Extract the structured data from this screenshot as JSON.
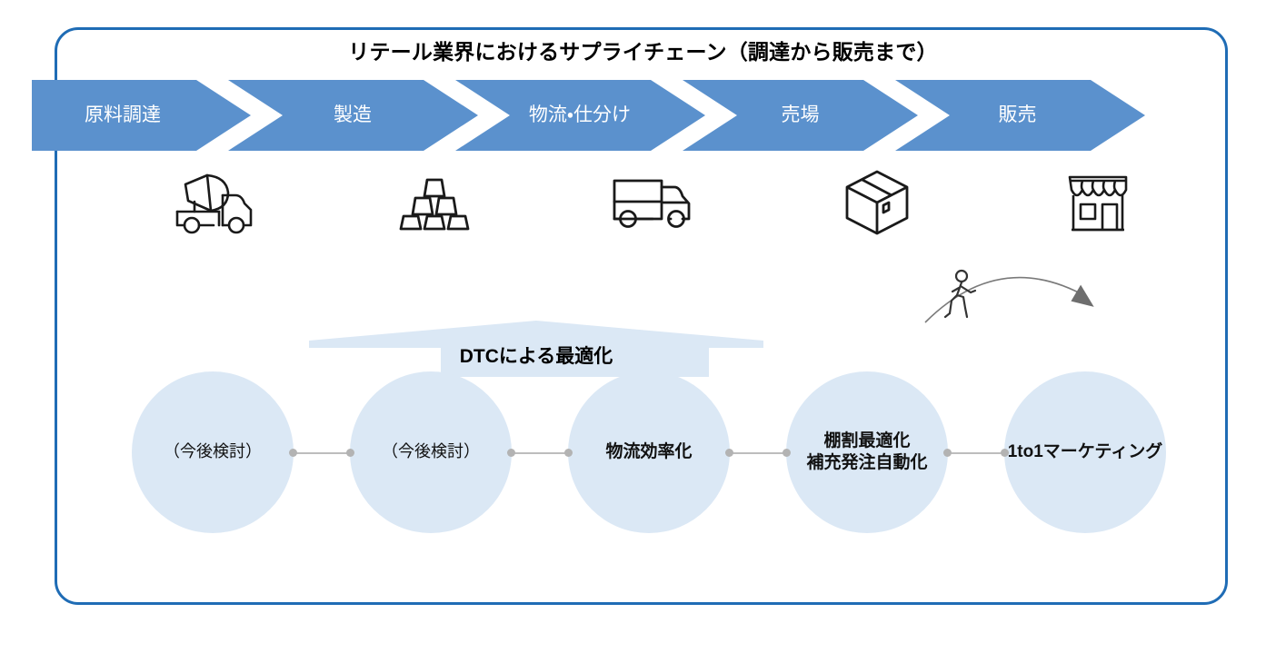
{
  "frame": {
    "border_color": "#1f6cb5"
  },
  "title": "リテール業界におけるサプライチェーン（調達から販売まで）",
  "palette": {
    "chevron_blue": "#5b91cd",
    "circle_blue": "#dbe8f5",
    "banner_blue": "#dbe8f5",
    "connector_gray": "#b3b3b3",
    "icon_stroke": "#1a1a1a"
  },
  "chevron_stages": [
    {
      "label": "原料調達",
      "icon": "cement-mixer-truck-icon"
    },
    {
      "label": "製造",
      "icon": "stacked-ingots-icon"
    },
    {
      "label": "物流・仕分け",
      "icon": "delivery-truck-icon"
    },
    {
      "label": "売場",
      "icon": "cardboard-box-icon"
    },
    {
      "label": "販売",
      "icon": "storefront-icon"
    }
  ],
  "customer": {
    "walker_icon": "walking-person-icon",
    "arc_icon": "curved-arrow-icon"
  },
  "banner": {
    "label": "DTCによる最適化",
    "shape": "peaked-banner"
  },
  "nodes": [
    {
      "lines": [
        "（今後検討）"
      ],
      "bold": false
    },
    {
      "lines": [
        "（今後検討）"
      ],
      "bold": false
    },
    {
      "lines": [
        "物流効率化"
      ],
      "bold": true
    },
    {
      "lines": [
        "棚割最適化",
        "補充発注自動化"
      ],
      "bold": true
    },
    {
      "lines": [
        "1to1マーケティング"
      ],
      "bold": true
    }
  ]
}
